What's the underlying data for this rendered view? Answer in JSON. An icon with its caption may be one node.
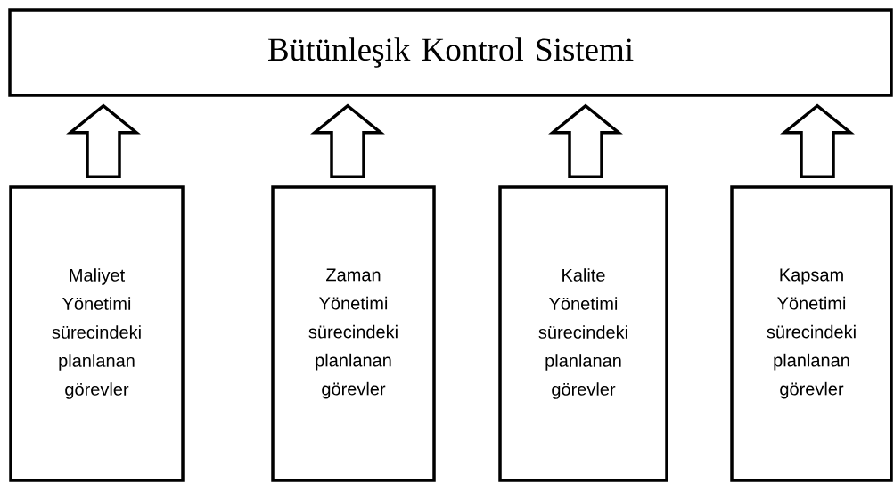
{
  "diagram": {
    "nodes": [
      {
        "text": [
          "Bütünleşik Kontrol Sistemi"
        ]
      },
      {
        "text": [
          "Maliyet Yönetimi sürecindeki planlanan görevler"
        ]
      },
      {
        "text": [
          "Zaman Yönetimi sürecindeki planlanan görevler"
        ]
      },
      {
        "text": [
          "Kalite Yönetimi sürecindeki planlanan görevler"
        ]
      },
      {
        "text": [
          "Kapsam Yönetimi sürecindeki planlanan görevler"
        ]
      }
    ],
    "edges": [
      {
        "from": 1,
        "to": 0,
        "arrow": "to"
      },
      {
        "from": 2,
        "to": 0,
        "arrow": "to"
      },
      {
        "from": 3,
        "to": 0,
        "arrow": "to"
      },
      {
        "from": 4,
        "to": 0,
        "arrow": "to"
      }
    ]
  }
}
